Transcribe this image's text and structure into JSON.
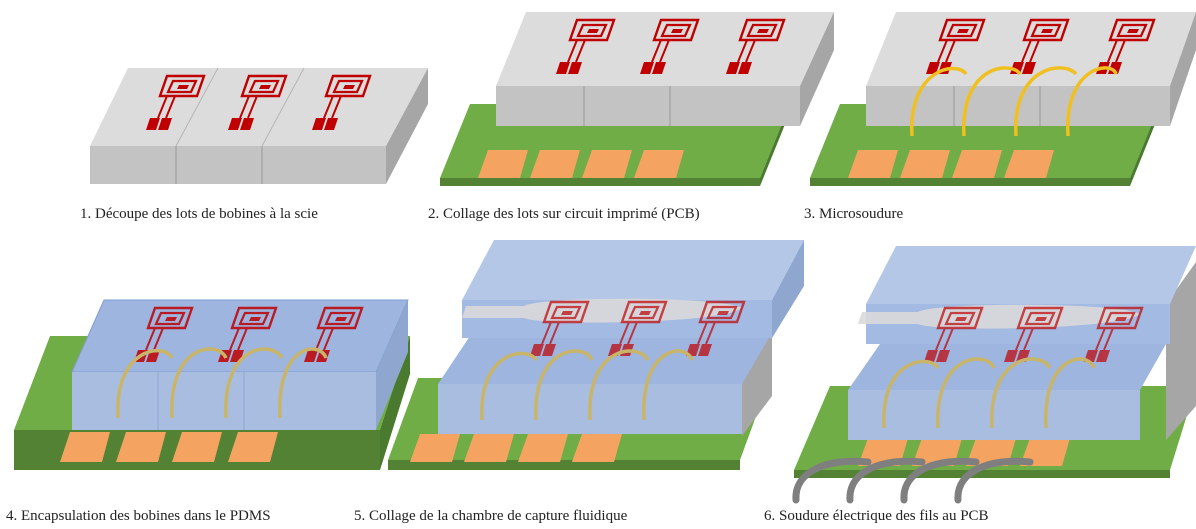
{
  "colors": {
    "block_top": "#dcdcdc",
    "block_front": "#c3c3c3",
    "block_side": "#a6a6a6",
    "coil": "#c00000",
    "pcb_top": "#70ad47",
    "pcb_front": "#548235",
    "pad": "#f4a460",
    "wire": "#f0c020",
    "pdms": "#8faadc",
    "chamber": "#bdd7ee",
    "wire_pcb": "#7f7f7f"
  },
  "steps": [
    {
      "id": 1,
      "caption": "1. Découpe des lots de bobines à la scie"
    },
    {
      "id": 2,
      "caption": "2. Collage des lots sur circuit imprimé (PCB)"
    },
    {
      "id": 3,
      "caption": "3. Microsoudure"
    },
    {
      "id": 4,
      "caption": "4. Encapsulation des bobines dans le PDMS"
    },
    {
      "id": 5,
      "caption": "5. Collage de la chambre de capture fluidique"
    },
    {
      "id": 6,
      "caption": "6. Soudure électrique des fils au PCB"
    }
  ]
}
